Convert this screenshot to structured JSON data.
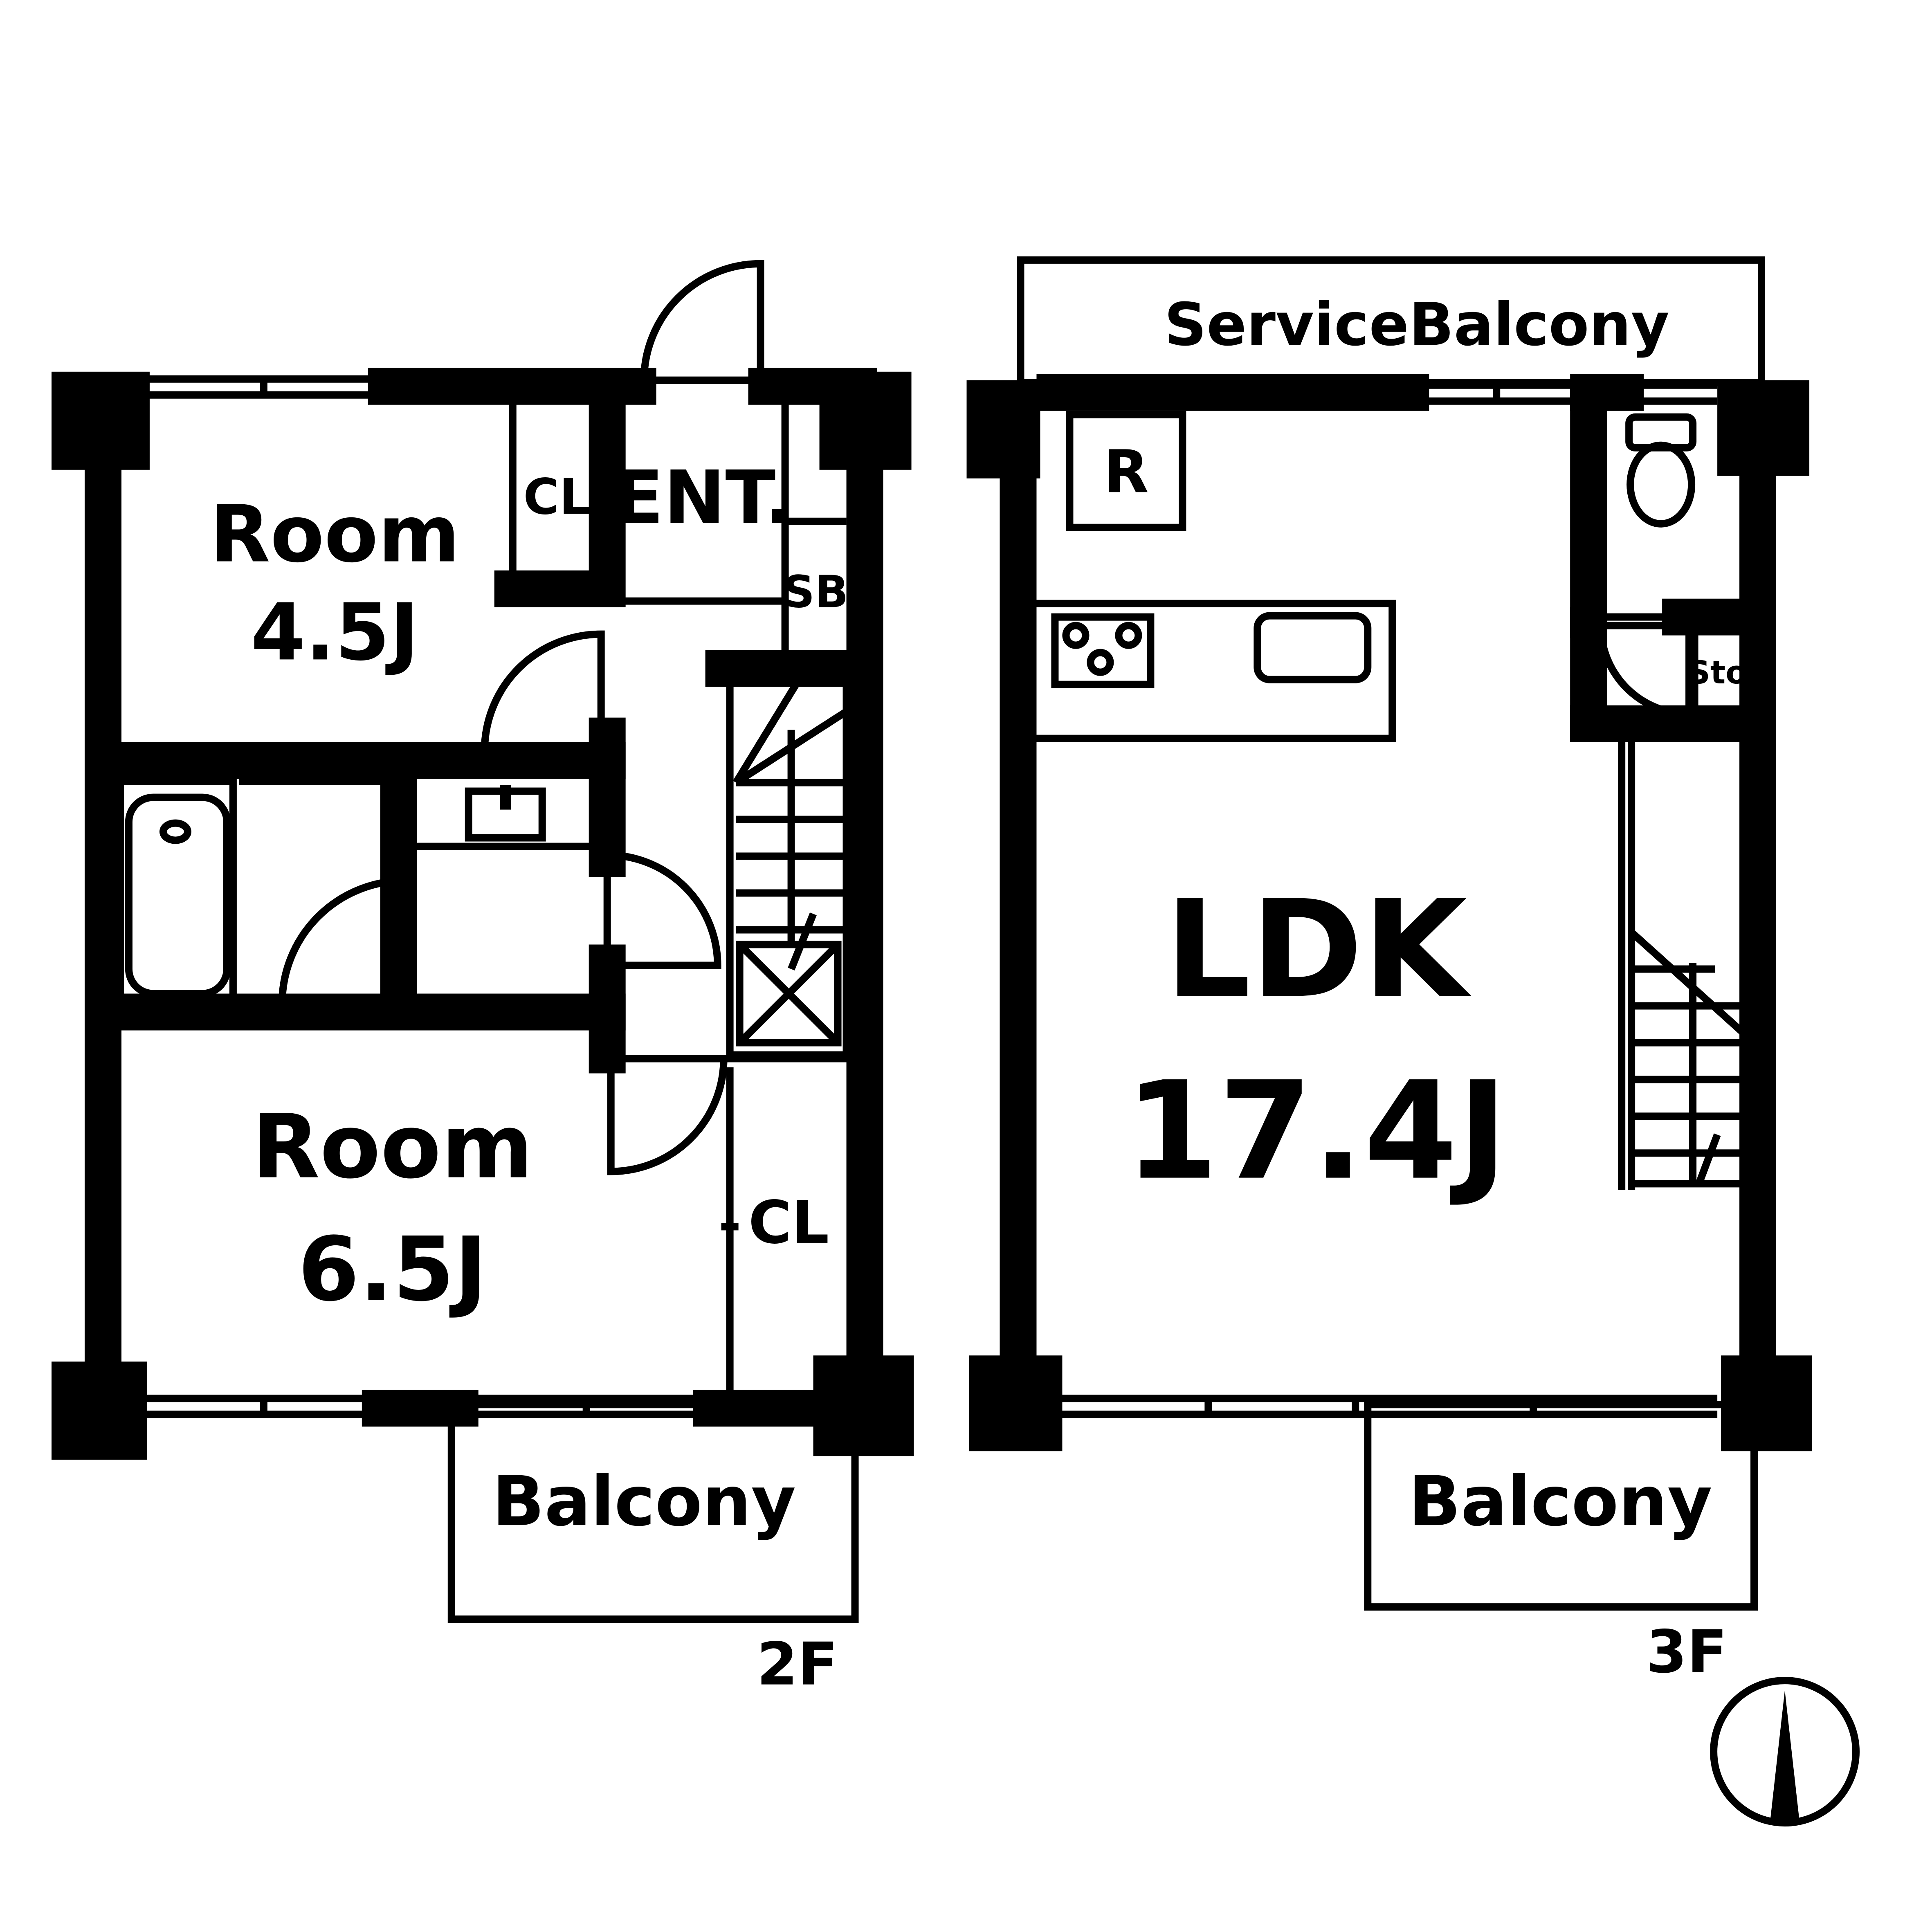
{
  "floors": {
    "second": {
      "label": "2F",
      "rooms": {
        "room_a_name": "Room",
        "room_a_size": "4.5J",
        "room_b_name": "Room",
        "room_b_size": "6.5J",
        "closet_a": "CL",
        "entrance": "ENT.",
        "shoe_box": "SB",
        "closet_b": "CL",
        "balcony": "Balcony"
      }
    },
    "third": {
      "label": "3F",
      "rooms": {
        "service_balcony": "ServiceBalcony",
        "refrigerator": "R",
        "ldk_name": "LDK",
        "ldk_size": "17.4J",
        "storage": "Sto.",
        "balcony": "Balcony"
      }
    }
  },
  "compass": {
    "icon": "north-arrow-icon"
  },
  "colors": {
    "ink": "#000000",
    "paper": "#ffffff"
  }
}
